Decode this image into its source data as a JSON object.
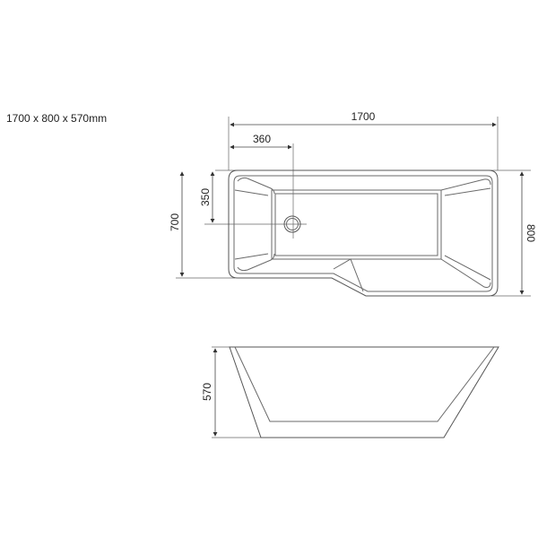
{
  "spec_label": "1700 x 800 x 570mm",
  "dimensions": {
    "length": "1700",
    "drain_offset_x": "360",
    "drain_offset_y": "350",
    "width_left": "700",
    "width_right": "800",
    "height": "570"
  },
  "views": [
    "top-view",
    "side-view"
  ],
  "colors": {
    "line": "#555555",
    "text": "#222222",
    "background": "#ffffff"
  }
}
